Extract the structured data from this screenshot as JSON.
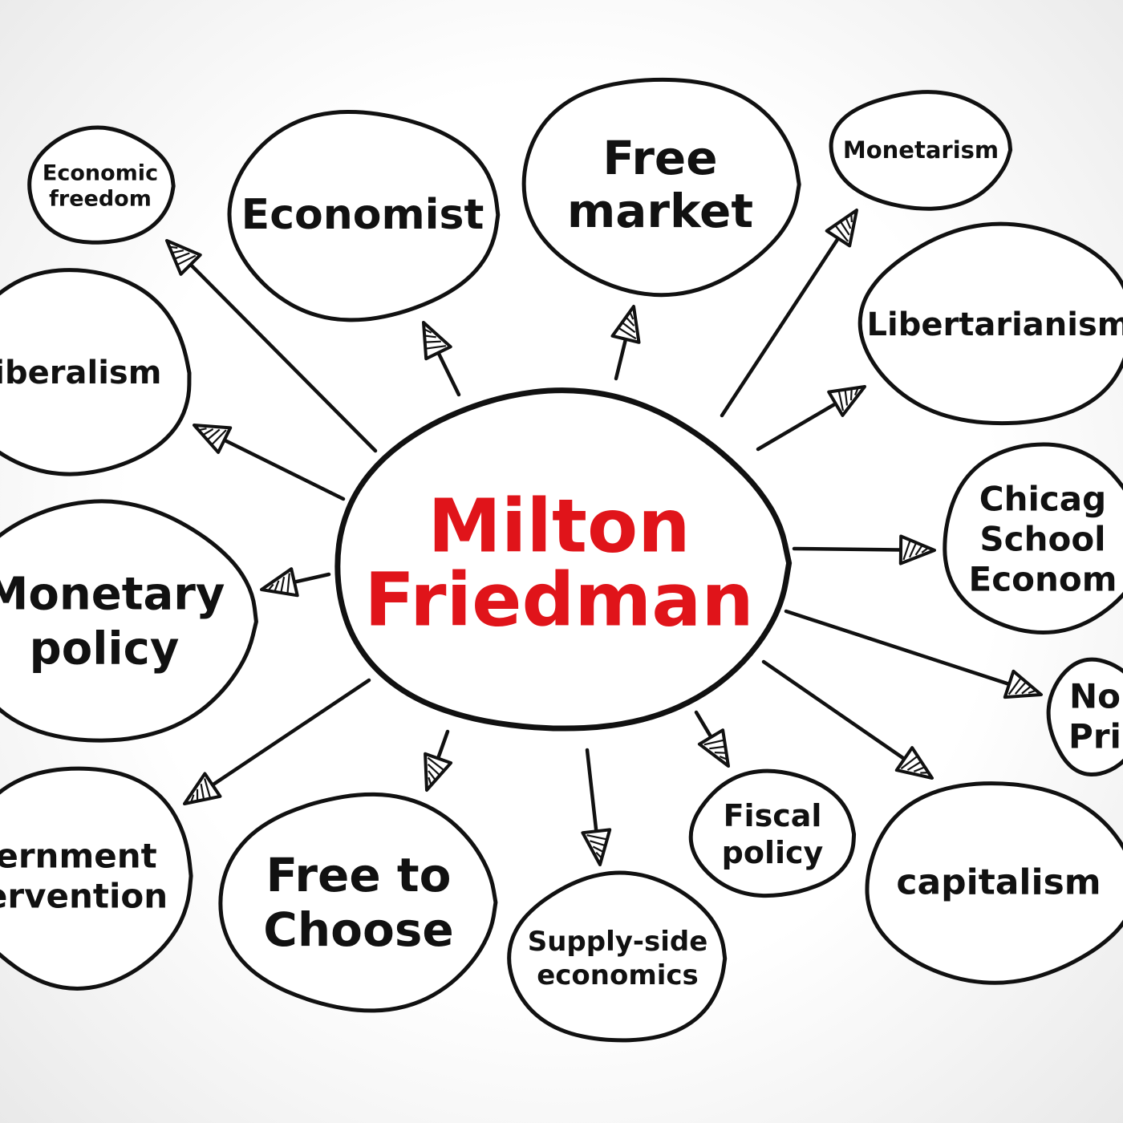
{
  "center": {
    "lines": [
      "Milton",
      "Friedman"
    ],
    "color": "#e0141a"
  },
  "nodes": [
    {
      "id": "economic-freedom",
      "lines": [
        "Economic",
        "freedom"
      ]
    },
    {
      "id": "economist",
      "lines": [
        "Economist"
      ]
    },
    {
      "id": "free-market",
      "lines": [
        "Free",
        "market"
      ]
    },
    {
      "id": "monetarism",
      "lines": [
        "Monetarism"
      ]
    },
    {
      "id": "libertarianism",
      "lines": [
        "Libertarianism"
      ]
    },
    {
      "id": "liberalism",
      "lines": [
        "liberalism"
      ]
    },
    {
      "id": "chicago-school",
      "lines": [
        "Chicag",
        "School",
        "Econom"
      ]
    },
    {
      "id": "monetary-policy",
      "lines": [
        "Monetary",
        "policy"
      ]
    },
    {
      "id": "nobel-prize",
      "lines": [
        "No",
        "Pri"
      ]
    },
    {
      "id": "government-intervention",
      "lines": [
        "ernment",
        "ervention"
      ]
    },
    {
      "id": "free-to-choose",
      "lines": [
        "Free to",
        "Choose"
      ]
    },
    {
      "id": "supply-side-economics",
      "lines": [
        "Supply-side",
        "economics"
      ]
    },
    {
      "id": "fiscal-policy",
      "lines": [
        "Fiscal",
        "policy"
      ]
    },
    {
      "id": "capitalism",
      "lines": [
        "capitalism"
      ]
    }
  ],
  "colors": {
    "ink": "#111111",
    "accent": "#e0141a",
    "background": "#ffffff"
  }
}
